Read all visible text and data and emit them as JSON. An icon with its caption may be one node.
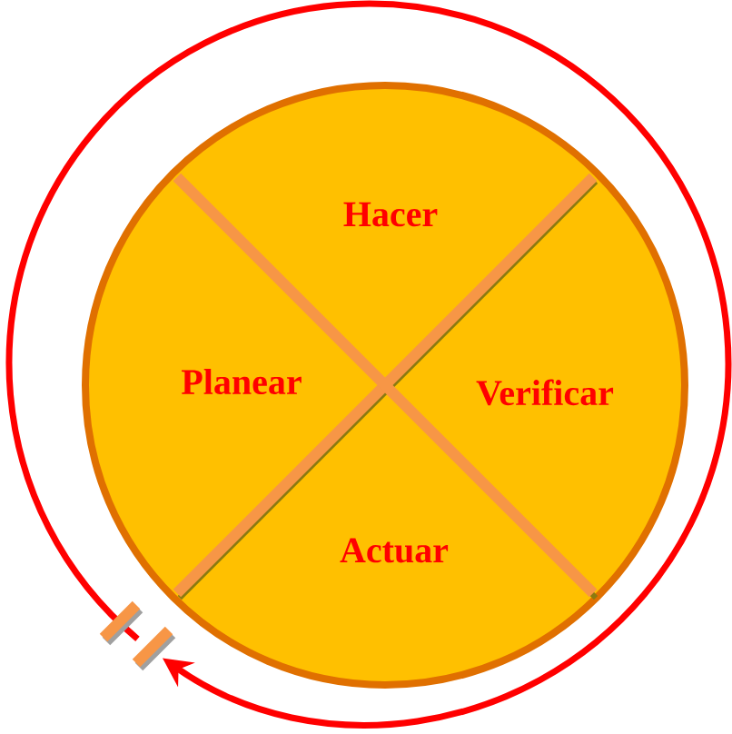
{
  "diagram": {
    "nodes": [
      {
        "text": [],
        "shape": "circle"
      },
      {
        "text": [
          "Hacer"
        ],
        "in": 0
      },
      {
        "text": [
          "Planear"
        ],
        "in": 0
      },
      {
        "text": [
          "Verificar"
        ],
        "in": 0
      },
      {
        "text": [
          "Actuar"
        ],
        "in": 0
      }
    ]
  }
}
